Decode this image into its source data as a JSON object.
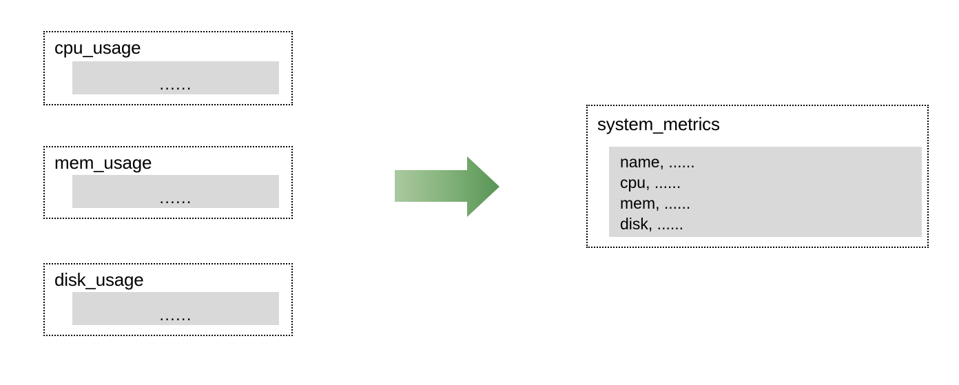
{
  "diagram": {
    "type": "data-consolidation-flow",
    "background_color": "#ffffff",
    "box_border_color": "#000000",
    "panel_fill_color": "#d9d9d9",
    "arrow_color_start": "#a5c49b",
    "arrow_color_end": "#5d9a58"
  },
  "sources": [
    {
      "title": "cpu_usage",
      "panel_text": "......"
    },
    {
      "title": "mem_usage",
      "panel_text": "......"
    },
    {
      "title": "disk_usage",
      "panel_text": "......"
    }
  ],
  "arrow": {
    "name": "rightward-block-arrow",
    "direction": "right"
  },
  "destination": {
    "title": "system_metrics",
    "fields": [
      "name, ......",
      "cpu, ......",
      "mem, ......",
      "disk, ......"
    ]
  }
}
